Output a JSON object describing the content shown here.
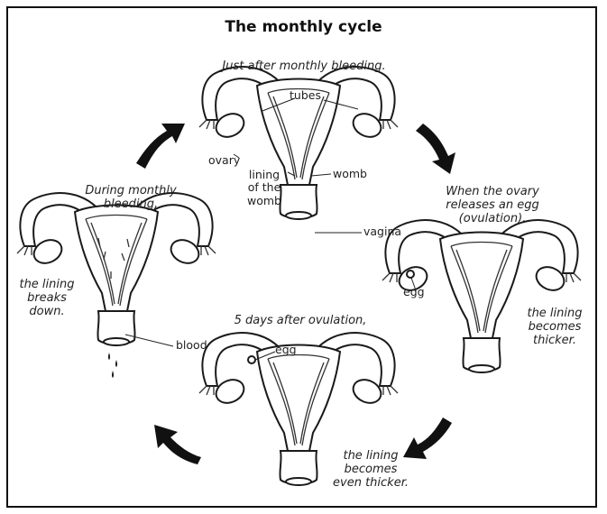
{
  "title": "The monthly cycle",
  "stages": {
    "top": {
      "caption": "Just after monthly bleeding.",
      "labels": {
        "tubes": "tubes",
        "ovary": "ovary",
        "lining": "lining\nof the\nwomb",
        "womb": "womb",
        "vagina": "vagina"
      }
    },
    "right": {
      "caption": "When the ovary\nreleases an egg\n(ovulation),",
      "labels": {
        "egg": "egg"
      },
      "note": "the lining\nbecomes\nthicker."
    },
    "bottom": {
      "caption": "5 days after ovulation,",
      "labels": {
        "egg": "egg"
      },
      "note": "the lining\nbecomes\neven thicker."
    },
    "left": {
      "caption": "During monthly\nbleeding,",
      "labels": {
        "blood": "blood"
      },
      "note": "the lining\nbreaks\ndown."
    }
  },
  "arrows": [
    "arrow-top-left",
    "arrow-top-right",
    "arrow-bottom-right",
    "arrow-bottom-left"
  ]
}
